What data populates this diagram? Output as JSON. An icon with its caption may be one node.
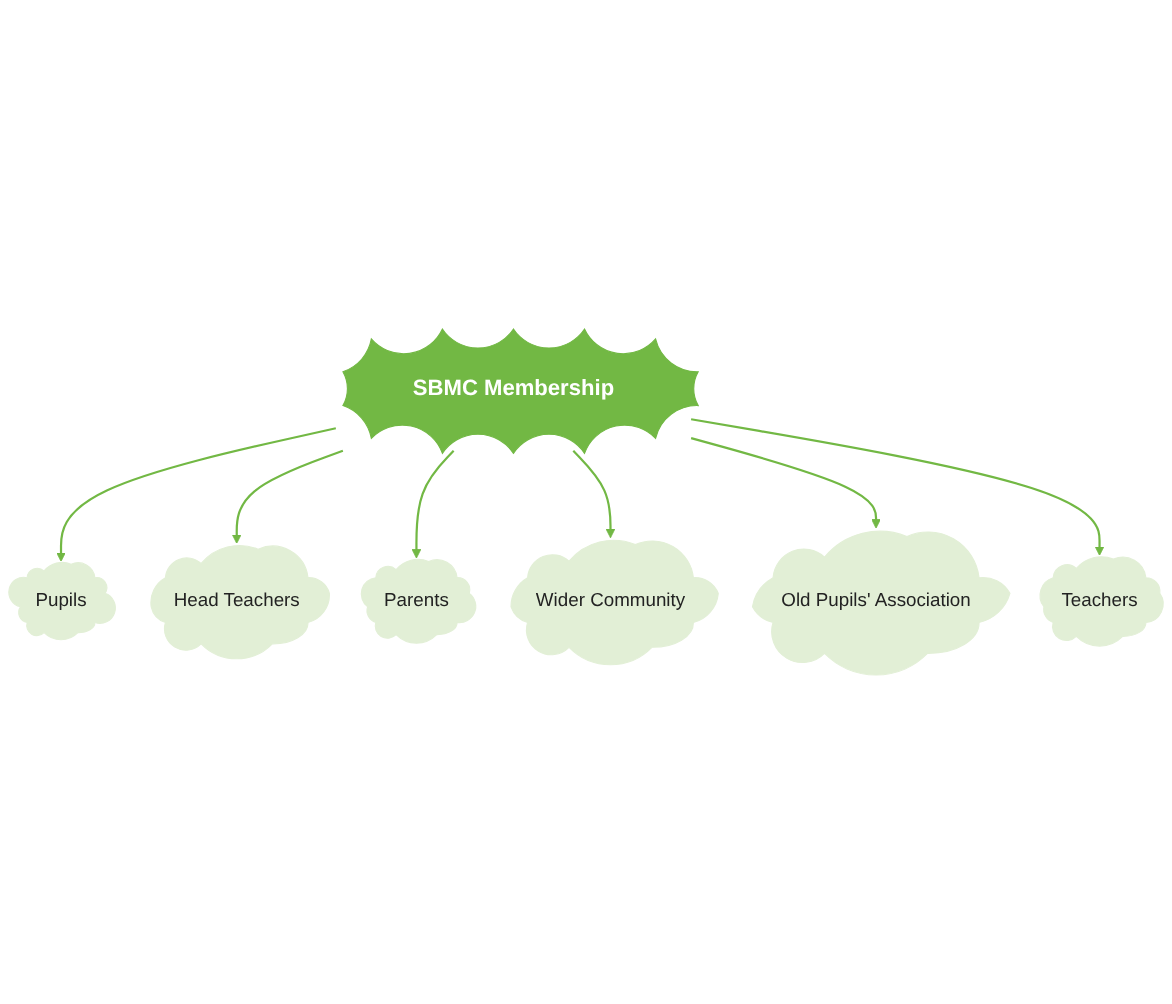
{
  "diagram": {
    "nodes": [
      {
        "text": [
          "SBMC Membership"
        ]
      },
      {
        "text": [
          "Pupils"
        ]
      },
      {
        "text": [
          "Head Teachers"
        ]
      },
      {
        "text": [
          "Parents"
        ]
      },
      {
        "text": [
          "Wider Community"
        ]
      },
      {
        "text": [
          "Old Pupils' Association"
        ]
      },
      {
        "text": [
          "Teachers"
        ]
      }
    ],
    "edges": [
      {
        "from": 0,
        "to": 1,
        "arrow": "to"
      },
      {
        "from": 0,
        "to": 2,
        "arrow": "to"
      },
      {
        "from": 0,
        "to": 3,
        "arrow": "to"
      },
      {
        "from": 0,
        "to": 4,
        "arrow": "to"
      },
      {
        "from": 0,
        "to": 5,
        "arrow": "to"
      },
      {
        "from": 0,
        "to": 6,
        "arrow": "to"
      }
    ]
  }
}
